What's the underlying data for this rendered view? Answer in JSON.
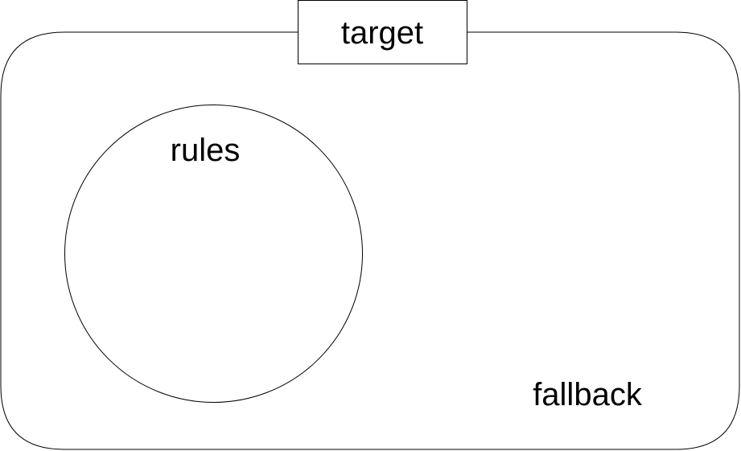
{
  "diagram": {
    "target_label": "target",
    "rules_label": "rules",
    "fallback_label": "fallback"
  },
  "colors": {
    "stroke": "#000000",
    "fill": "#ffffff",
    "text": "#000000"
  }
}
